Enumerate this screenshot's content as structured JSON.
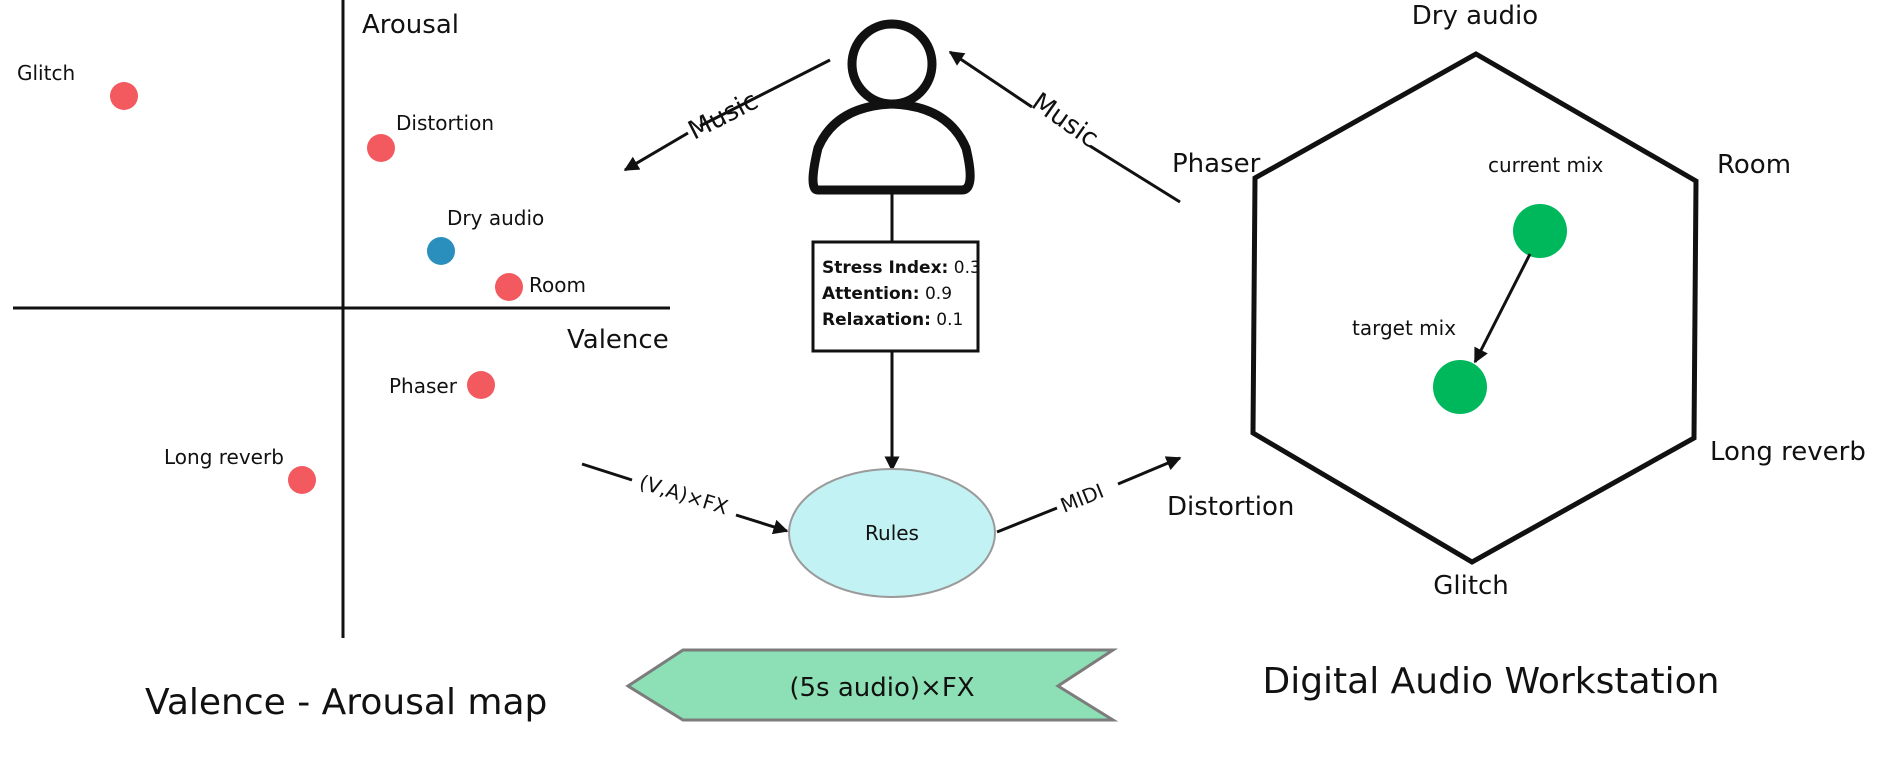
{
  "va_map": {
    "title": "Valence - Arousal map",
    "y_axis_label": "Arousal",
    "x_axis_label": "Valence",
    "points": [
      {
        "label": "Glitch",
        "color": "#f25a5f"
      },
      {
        "label": "Distortion",
        "color": "#f25a5f"
      },
      {
        "label": "Dry audio",
        "color": "#2a8fbd"
      },
      {
        "label": "Room",
        "color": "#f25a5f"
      },
      {
        "label": "Phaser",
        "color": "#f25a5f"
      },
      {
        "label": "Long reverb",
        "color": "#f25a5f"
      }
    ]
  },
  "flow": {
    "music_left": "Music",
    "music_right": "Music",
    "va_fx_arrow": "(V,A)×FX",
    "midi_arrow": "MIDI",
    "rules": "Rules",
    "rules_color": "#c3f2f4",
    "metrics": [
      {
        "key": "Stress Index:",
        "value": "0.3"
      },
      {
        "key": "Attention:",
        "value": "0.9"
      },
      {
        "key": "Relaxation:",
        "value": "0.1"
      }
    ],
    "banner": "(5s audio)×FX",
    "banner_color": "#8de0b5"
  },
  "daw": {
    "title": "Digital Audio Workstation",
    "vertices": [
      "Dry audio",
      "Room",
      "Long reverb",
      "Glitch",
      "Distortion",
      "Phaser"
    ],
    "current_mix": "current mix",
    "target_mix": "target mix",
    "mix_color": "#00b85c"
  },
  "icons": [
    "person-icon"
  ]
}
